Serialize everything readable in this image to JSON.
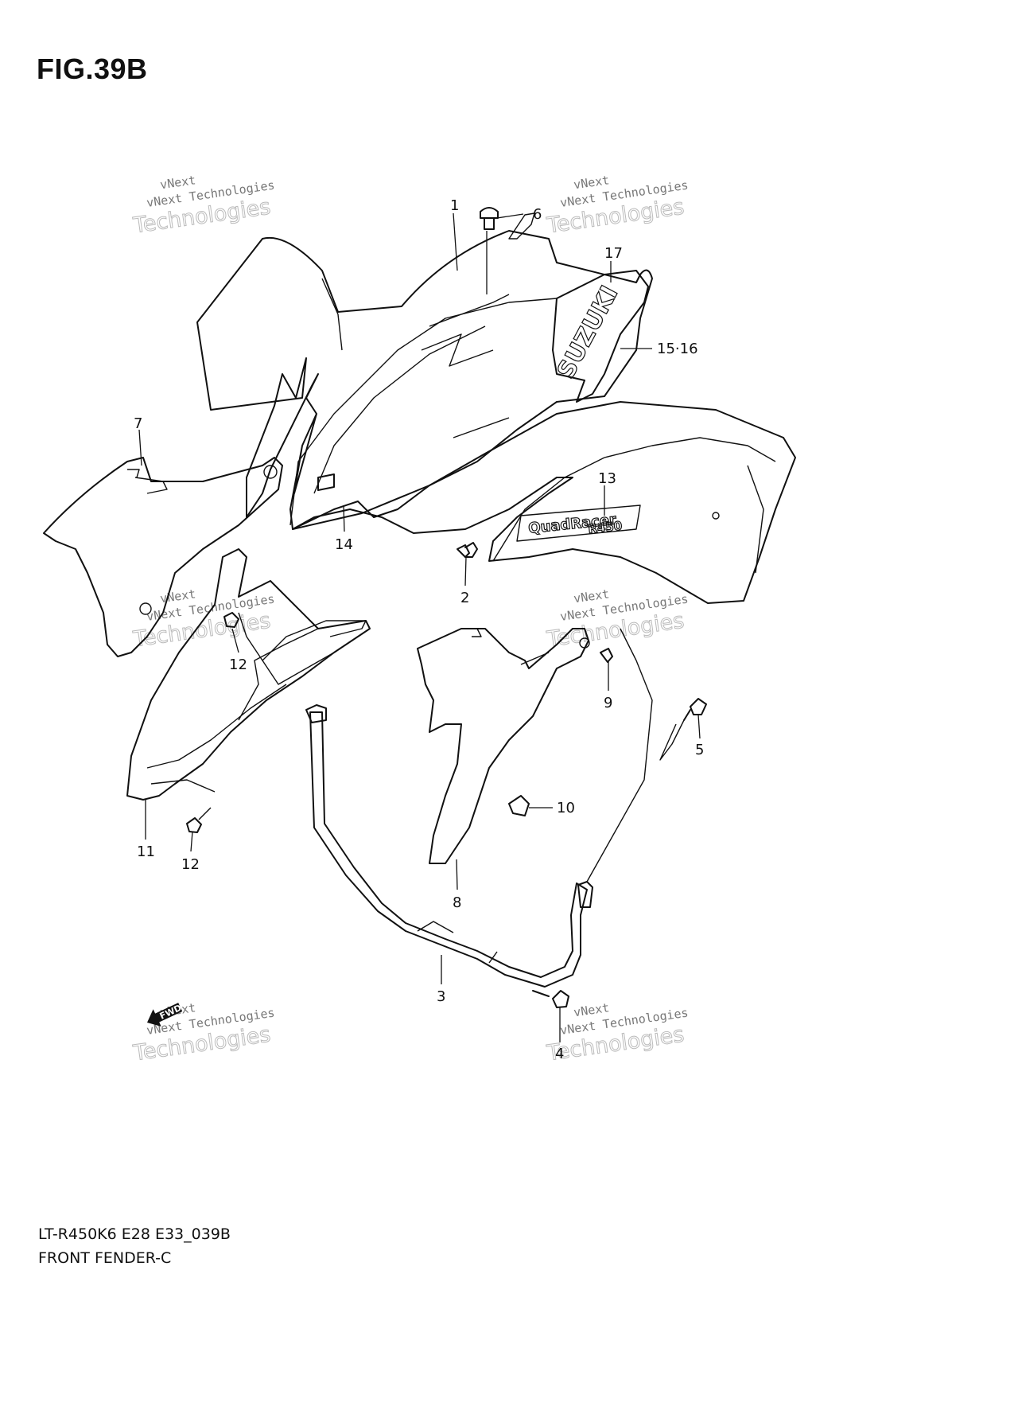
{
  "figure_title": "FIG.39B",
  "model_code": "LT-R450K6 E28 E33_039B",
  "diagram_name": "FRONT FENDER-C",
  "watermark": {
    "line1": "vNext",
    "line2": "vNext Technologies",
    "line3": "Technologies"
  },
  "decals": {
    "suzuki": "SUZUKI",
    "quadracer_top": "QuadRacer",
    "quadracer_bottom": "R450"
  },
  "fwd_label": "FWD",
  "callouts": {
    "c1": "1",
    "c2": "2",
    "c3": "3",
    "c4": "4",
    "c5": "5",
    "c6": "6",
    "c7": "7",
    "c8": "8",
    "c9": "9",
    "c10": "10",
    "c11": "11",
    "c12a": "12",
    "c12b": "12",
    "c13": "13",
    "c14": "14",
    "c1516": "15·16",
    "c17": "17"
  }
}
